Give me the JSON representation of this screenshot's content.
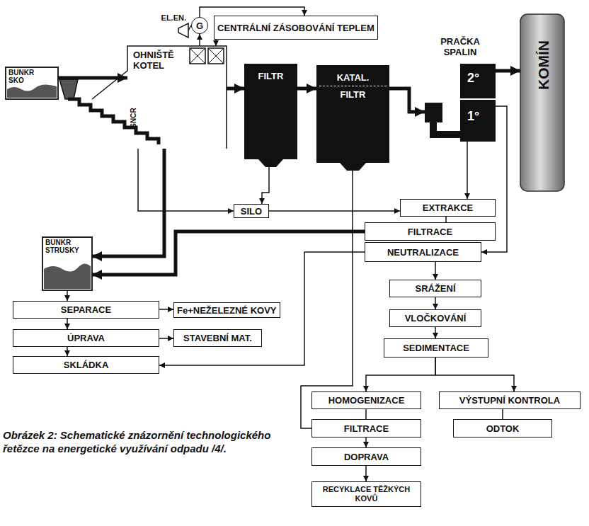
{
  "diagram": {
    "caption": "Obrázek 2: Schematické znázornění technologického řetězce na energetické využívání odpadu /4/.",
    "nodes": [
      {
        "text": [
          "BUNKR SKO"
        ]
      },
      {
        "text": [
          "OHNIŠTĚ KOTEL",
          "SNCR"
        ]
      },
      {
        "text": [
          "EL.EN.",
          "G"
        ]
      },
      {
        "text": [
          "CENTRÁLNÍ ZÁSOBOVÁNÍ TEPLEM"
        ]
      },
      {
        "text": [
          "FILTR"
        ]
      },
      {
        "text": [
          "KATAL.",
          "FILTR"
        ]
      },
      {
        "text": [
          "PRAČKA SPALIN",
          "2°",
          "1°"
        ]
      },
      {
        "text": [
          "KOMÍN"
        ]
      },
      {
        "text": [
          "SILO"
        ]
      },
      {
        "text": [
          "EXTRAKCE"
        ]
      },
      {
        "text": [
          "BUNKR STRUSKY"
        ]
      },
      {
        "text": [
          "FILTRACE"
        ]
      },
      {
        "text": [
          "NEUTRALIZACE"
        ]
      },
      {
        "text": [
          "SRÁŽENÍ"
        ]
      },
      {
        "text": [
          "VLOČKOVÁNÍ"
        ]
      },
      {
        "text": [
          "SEPARACE"
        ]
      },
      {
        "text": [
          "Fe+NEŽELEZNÉ KOVY"
        ]
      },
      {
        "text": [
          "SEDIMENTACE"
        ]
      },
      {
        "text": [
          "ÚPRAVA"
        ]
      },
      {
        "text": [
          "STAVEBNÍ MAT."
        ]
      },
      {
        "text": [
          "SKLÁDKA"
        ]
      },
      {
        "text": [
          "HOMOGENIZACE"
        ]
      },
      {
        "text": [
          "VÝSTUPNÍ KONTROLA"
        ]
      },
      {
        "text": [
          "FILTRACE"
        ]
      },
      {
        "text": [
          "ODTOK"
        ]
      },
      {
        "text": [
          "DOPRAVA"
        ]
      },
      {
        "text": [
          "RECYKLACE TĚŽKÝCH KOVŮ"
        ]
      }
    ],
    "edges": [
      {
        "from": 0,
        "to": 1,
        "arrow": "to"
      },
      {
        "from": 1,
        "to": 4,
        "arrow": "to"
      },
      {
        "from": 4,
        "to": 5,
        "arrow": "to"
      },
      {
        "from": 5,
        "to": 6,
        "arrow": "to"
      },
      {
        "from": 6,
        "to": 7,
        "arrow": "to"
      },
      {
        "from": 1,
        "to": 2,
        "arrow": "to"
      },
      {
        "from": 2,
        "to": 3,
        "arrow": "to"
      },
      {
        "from": 3,
        "to": 1,
        "arrow": "to"
      },
      {
        "from": 1,
        "to": 10,
        "arrow": "to"
      },
      {
        "from": 1,
        "to": 8,
        "arrow": "to"
      },
      {
        "from": 4,
        "to": 8,
        "arrow": "to"
      },
      {
        "from": 8,
        "to": 9,
        "arrow": "to"
      },
      {
        "from": 6,
        "to": 9,
        "arrow": "to"
      },
      {
        "from": 6,
        "to": 12,
        "arrow": "to"
      },
      {
        "from": 9,
        "to": 11,
        "arrow": "none"
      },
      {
        "from": 11,
        "to": 10,
        "arrow": "to"
      },
      {
        "from": 12,
        "to": 20,
        "arrow": "to"
      },
      {
        "from": 5,
        "to": 23,
        "arrow": "none"
      },
      {
        "from": 12,
        "to": 13,
        "arrow": "to"
      },
      {
        "from": 13,
        "to": 14,
        "arrow": "to"
      },
      {
        "from": 14,
        "to": 17,
        "arrow": "to"
      },
      {
        "from": 17,
        "to": 21,
        "arrow": "to"
      },
      {
        "from": 17,
        "to": 22,
        "arrow": "to"
      },
      {
        "from": 21,
        "to": 23,
        "arrow": "none"
      },
      {
        "from": 23,
        "to": 25,
        "arrow": "to"
      },
      {
        "from": 25,
        "to": 26,
        "arrow": "to"
      },
      {
        "from": 22,
        "to": 24,
        "arrow": "none"
      },
      {
        "from": 10,
        "to": 15,
        "arrow": "to"
      },
      {
        "from": 15,
        "to": 16,
        "arrow": "to"
      },
      {
        "from": 15,
        "to": 18,
        "arrow": "to"
      },
      {
        "from": 18,
        "to": 19,
        "arrow": "to"
      },
      {
        "from": 18,
        "to": 20,
        "arrow": "to"
      }
    ]
  }
}
